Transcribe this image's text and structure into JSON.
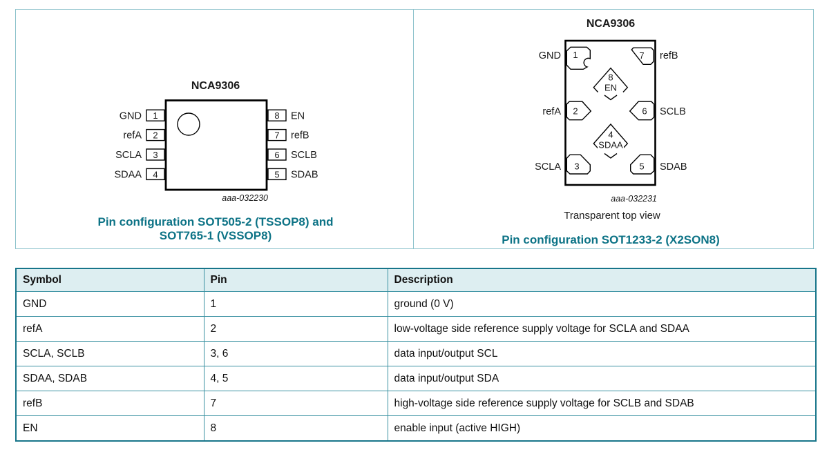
{
  "colors": {
    "accent_teal": "#0d7386",
    "figure_border": "#8cc2cb",
    "table_border": "#368fa0",
    "table_header_bg": "#ddeef1"
  },
  "figure": {
    "left_panel": {
      "title": "NCA9306",
      "figure_id": "aaa-032230",
      "caption_line1": "Pin configuration SOT505-2 (TSSOP8) and",
      "caption_line2": "SOT765-1 (VSSOP8)",
      "pins_left": [
        {
          "label": "GND",
          "num": "1"
        },
        {
          "label": "refA",
          "num": "2"
        },
        {
          "label": "SCLA",
          "num": "3"
        },
        {
          "label": "SDAA",
          "num": "4"
        }
      ],
      "pins_right": [
        {
          "num": "8",
          "label": "EN"
        },
        {
          "num": "7",
          "label": "refB"
        },
        {
          "num": "6",
          "label": "SCLB"
        },
        {
          "num": "5",
          "label": "SDAB"
        }
      ]
    },
    "right_panel": {
      "title": "NCA9306",
      "figure_id": "aaa-032231",
      "view_note": "Transparent top view",
      "caption": "Pin configuration SOT1233-2 (X2SON8)",
      "pin1": {
        "num": "1",
        "label": "GND"
      },
      "pin7": {
        "num": "7",
        "label": "refB"
      },
      "pin8": {
        "num": "8",
        "label": "EN"
      },
      "pin2": {
        "num": "2",
        "label": "refA"
      },
      "pin6": {
        "num": "6",
        "label": "SCLB"
      },
      "pin4": {
        "num": "4",
        "label": "SDAA"
      },
      "pin3": {
        "num": "3",
        "label": "SCLA"
      },
      "pin5": {
        "num": "5",
        "label": "SDAB"
      }
    }
  },
  "table": {
    "headers": [
      "Symbol",
      "Pin",
      "Description"
    ],
    "rows": [
      {
        "symbol": "GND",
        "pin": "1",
        "description": "ground (0 V)"
      },
      {
        "symbol": "refA",
        "pin": "2",
        "description": "low-voltage side reference supply voltage for SCLA and SDAA"
      },
      {
        "symbol": "SCLA, SCLB",
        "pin": "3, 6",
        "description": "data input/output SCL"
      },
      {
        "symbol": "SDAA, SDAB",
        "pin": "4, 5",
        "description": "data input/output SDA"
      },
      {
        "symbol": "refB",
        "pin": "7",
        "description": "high-voltage side reference supply voltage for SCLB and SDAB"
      },
      {
        "symbol": "EN",
        "pin": "8",
        "description": "enable input (active HIGH)"
      }
    ]
  }
}
